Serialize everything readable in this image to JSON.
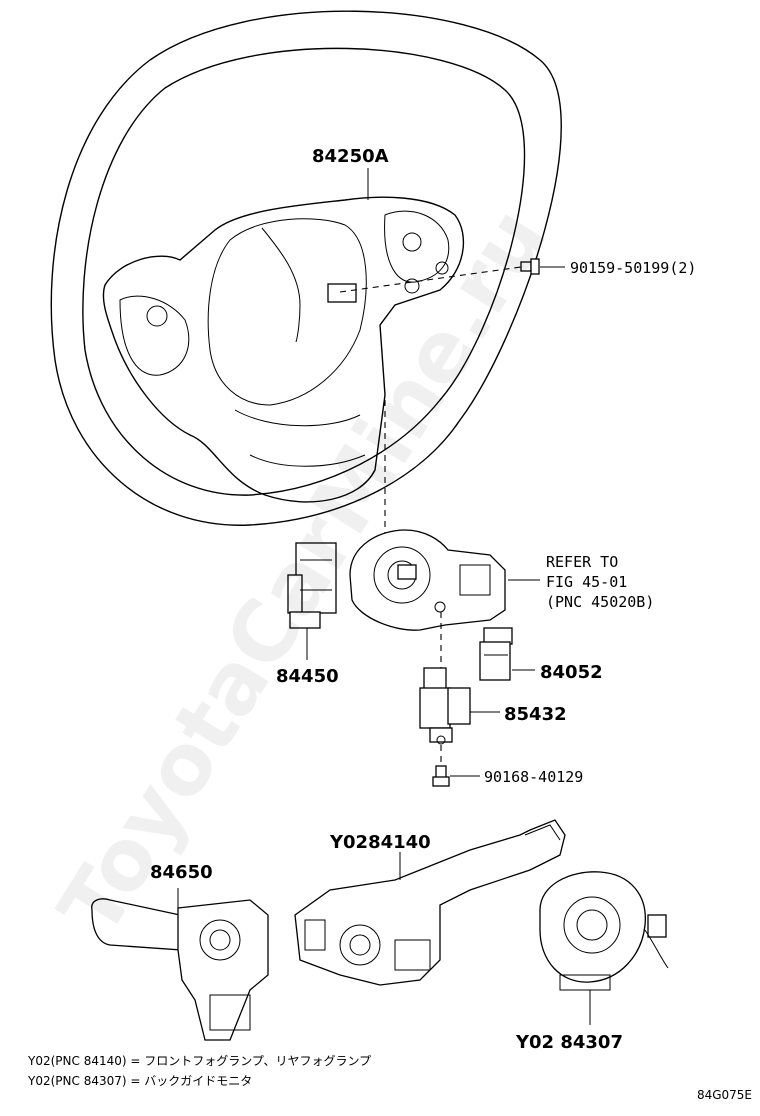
{
  "parts": {
    "steering_wheel": "84250A",
    "screw_top": "90159-50199(2)",
    "bracket": "84450",
    "switch_a": "84052",
    "switch_b": "85432",
    "screw_bottom": "90168-40129",
    "lever_left": "84650",
    "combo_switch": "Y0284140",
    "spiral_cable": "Y02 84307"
  },
  "reference": {
    "line1": "REFER TO",
    "line2": "FIG 45-01",
    "line3": "(PNC 45020B)"
  },
  "notes": {
    "line1": "Y02(PNC 84140) = フロントフォグランプ、リヤフォグランプ",
    "line2": "Y02(PNC 84307) = バックガイドモニタ"
  },
  "figure_code": "84G075E",
  "watermark": "ToyotaCarMine.ru"
}
